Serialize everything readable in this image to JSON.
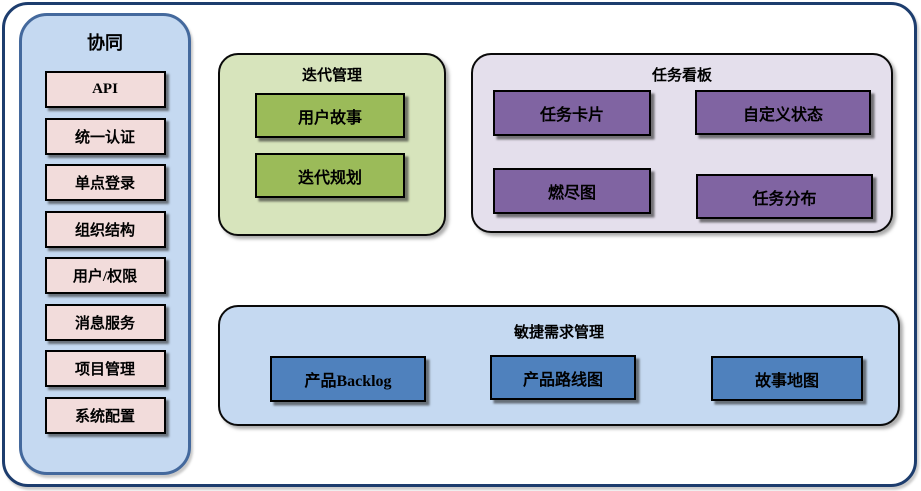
{
  "sidebar": {
    "title": "协同",
    "items": [
      "API",
      "统一认证",
      "单点登录",
      "组织结构",
      "用户/权限",
      "消息服务",
      "项目管理",
      "系统配置"
    ]
  },
  "iteration_panel": {
    "title": "迭代管理",
    "items": [
      "用户故事",
      "迭代规划"
    ]
  },
  "task_board_panel": {
    "title": "任务看板",
    "items": [
      "任务卡片",
      "自定义状态",
      "燃尽图",
      "任务分布"
    ]
  },
  "agile_requirements_panel": {
    "title": "敏捷需求管理",
    "items": [
      "产品Backlog",
      "产品路线图",
      "故事地图"
    ]
  },
  "colors": {
    "outer_border": "#1d3d6e",
    "sidebar_fill": "#c5d9f1",
    "sidebar_border": "#44699d",
    "sidebar_item_fill": "#f2dcdb",
    "iteration_panel_fill": "#d7e4bc",
    "iteration_item_fill": "#9bbb59",
    "task_board_panel_fill": "#e4dfec",
    "task_board_item_fill": "#8064a2",
    "agile_panel_fill": "#c5d9f1",
    "agile_item_fill": "#4f81bd",
    "box_border": "#000000"
  }
}
